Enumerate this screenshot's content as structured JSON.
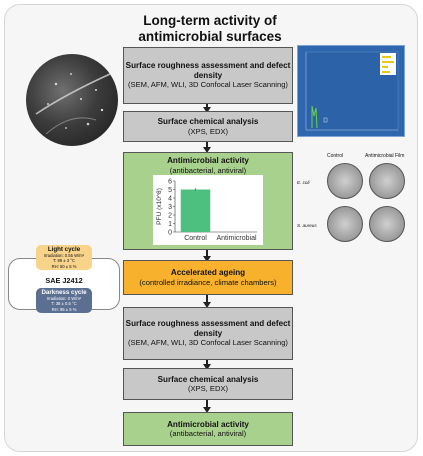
{
  "title_line1": "Long-term activity of",
  "title_line2": "antimicrobial surfaces",
  "steps": [
    {
      "title": "Surface roughness assessment and defect density",
      "desc": "(SEM, AFM, WLI, 3D Confocal Laser Scanning)"
    },
    {
      "title": "Surface chemical analysis",
      "desc": "(XPS, EDX)"
    },
    {
      "title": "Antimicrobial activity",
      "desc": "(antibacterial, antiviral)"
    },
    {
      "title": "Accelerated ageing",
      "desc": "(controlled irradiance, climate chambers)"
    },
    {
      "title": "Surface roughness assessment and defect density",
      "desc": "(SEM, AFM, WLI, 3D Confocal Laser Scanning)"
    },
    {
      "title": "Surface chemical analysis",
      "desc": "(XPS, EDX)"
    },
    {
      "title": "Antimicrobial activity",
      "desc": "(antibacterial, antiviral)"
    }
  ],
  "petri": {
    "col_control": "Control",
    "col_film": "Antimicrobial Film",
    "row1": "E. coli",
    "row2": "S. aureus"
  },
  "cycles": {
    "light": {
      "title": "Light cycle",
      "irr": "Irradiation: 0.55 W/m²",
      "temp": "T: 89 ± 3 °C",
      "rh": "RH: 50 ± 5 %"
    },
    "sae": "SAE J2412",
    "dark": {
      "title": "Darkness cycle",
      "irr": "Irradiation: 0 W/m²",
      "temp": "T: 38 ± 0.5 °C",
      "rh": "RH: 95 ± 5 %"
    }
  },
  "chart_data": {
    "type": "bar",
    "categories": [
      "Control",
      "Antimicrobial"
    ],
    "values": [
      5.0,
      0
    ],
    "ylabel": "PFU (x10^8)",
    "yticks": [
      "0",
      "1",
      "2",
      "3",
      "4",
      "5",
      "6"
    ],
    "ylim": [
      0,
      6
    ],
    "colors": [
      "#4dbf7f",
      "#4dbf7f"
    ]
  }
}
